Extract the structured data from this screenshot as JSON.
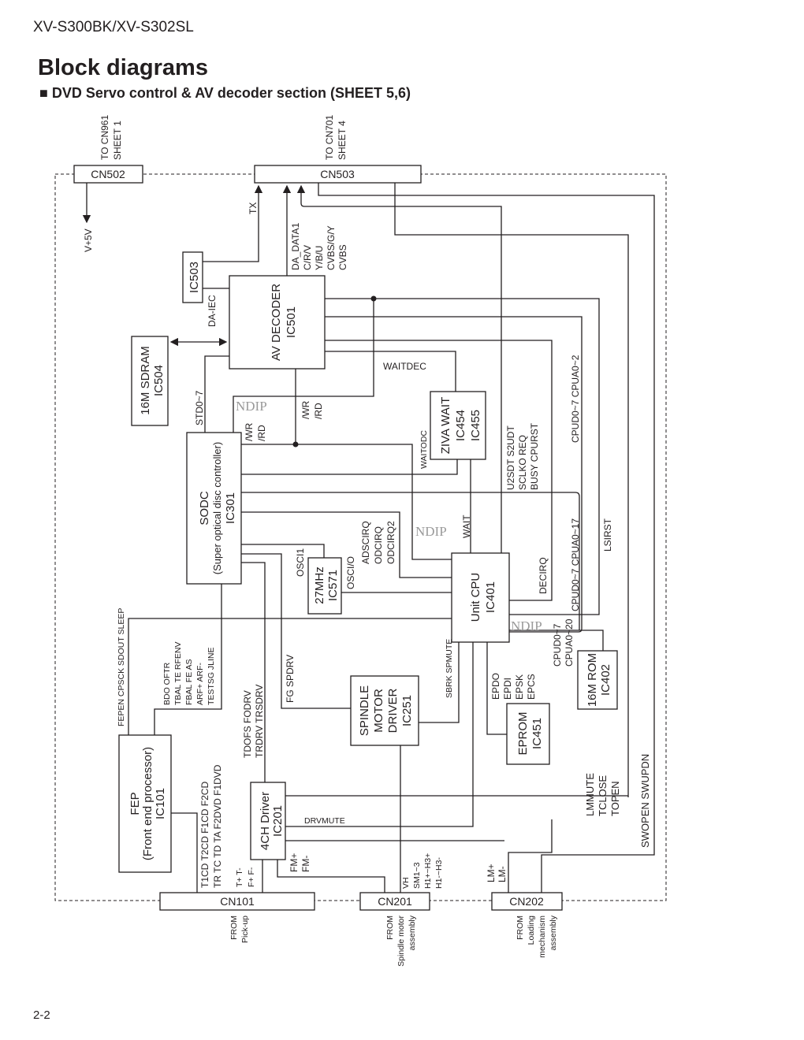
{
  "header": {
    "model": "XV-S300BK/XV-S302SL",
    "title": "Block diagrams",
    "section": "■ DVD Servo control & AV decoder section (SHEET 5,6)",
    "page_number": "2-2"
  },
  "connectors": {
    "cn502": {
      "label": "CN502",
      "note": [
        "TO CN961",
        "SHEET 1"
      ]
    },
    "cn503": {
      "label": "CN503",
      "note": [
        "TO CN701",
        "SHEET 4"
      ]
    },
    "cn101": {
      "label": "CN101",
      "note": [
        "FROM",
        "Pick-up"
      ]
    },
    "cn201": {
      "label": "CN201",
      "note": [
        "FROM",
        "Spindle motor",
        "assembly"
      ]
    },
    "cn202": {
      "label": "CN202",
      "note": [
        "FROM",
        "Loading",
        "mechanism",
        "assembly"
      ]
    }
  },
  "blocks": {
    "ic503": [
      "IC503"
    ],
    "av_decoder": [
      "AV DECODER",
      "IC501"
    ],
    "sdram": [
      "16M SDRAM",
      "IC504"
    ],
    "sodc": [
      "SODC",
      "(Super optical disc controller)",
      "IC301"
    ],
    "osc": [
      "27MHz",
      "IC571"
    ],
    "ziva_wait": [
      "ZIVA WAIT",
      "IC454",
      "IC455"
    ],
    "unit_cpu": [
      "Unit CPU",
      "IC401"
    ],
    "spindle": [
      "SPINDLE",
      "MOTOR",
      "DRIVER",
      "IC251"
    ],
    "fep": [
      "FEP",
      "(Front end processor)",
      "IC101"
    ],
    "driver_4ch": [
      "4CH Driver",
      "IC201"
    ],
    "eprom": [
      "EPROM",
      "IC451"
    ],
    "rom": [
      "16M ROM",
      "IC402"
    ]
  },
  "signals": {
    "v5v": "V+5V",
    "tx": "TX",
    "da_iec": "DA-IEC",
    "av_out": [
      "DA_DATA1",
      "C/R/V",
      "Y/B/U",
      "CVBS/G/Y",
      "CVBS"
    ],
    "std": "STD0~7",
    "wr_rd_sodc": [
      "/WR",
      "/RD"
    ],
    "wr_rd_av": [
      "/WR",
      "/RD"
    ],
    "waitdec": "WAITDEC",
    "waitodc": "WAITODC",
    "serial": [
      "U2SDT  S2UDT",
      "SCLKO  REQ",
      "BUSY  CPURST"
    ],
    "cpu_bus_av": "CPUD0~7  CPUA0~2",
    "wait": "WAIT",
    "irq": [
      "ADSCIRQ",
      "ODCIRQ",
      "ODCIRQ2"
    ],
    "osci1": "OSCI1",
    "oscio": "OSCI/O",
    "decirq": "DECIRQ",
    "cpu_bus_sodc": "CPUD0~7  CPUA0~17",
    "lsirst": "LSIRST",
    "cpu_bus_rom": [
      "CPUD0~7",
      "CPUA0~20"
    ],
    "eprom_sig": [
      "EPDO",
      "EPDI",
      "EPSK",
      "EPCS"
    ],
    "sbrk": "SBRK  SPMUTE",
    "fep_ctrl": "FEPEN  CPSCK  SDOUT  SLEEP",
    "fep_sig": [
      "BDO  OFTR",
      "TBAL  TE  RFENV",
      "FBAL  FE  AS",
      "ARF+  ARF-",
      "TESTSG  JLINE"
    ],
    "fg": "FG  SPDRV",
    "drv": [
      "TDOFS  FODRV",
      "TRDRV  TRSDRV"
    ],
    "pickup": [
      "T1CD T2CD F1CD F2CD",
      "TR TC TD TA F2DVD F1DVD"
    ],
    "tf": [
      "T+  T-",
      "F+  F-"
    ],
    "fm": [
      "FM+",
      "FM-"
    ],
    "drvmute": "DRVMUTE",
    "spindle_sig": [
      "VH",
      "SM1~3",
      "H1+~H3+",
      "H1-~H3-"
    ],
    "lm": [
      "LM+",
      "LM-"
    ],
    "loading": [
      "LMMUTE",
      "TCLOSE",
      "TOPEN"
    ],
    "sw": "SWOPEN  SWUPDN"
  },
  "watermarks": [
    "NDIP",
    "NDIP",
    "NDIP"
  ]
}
